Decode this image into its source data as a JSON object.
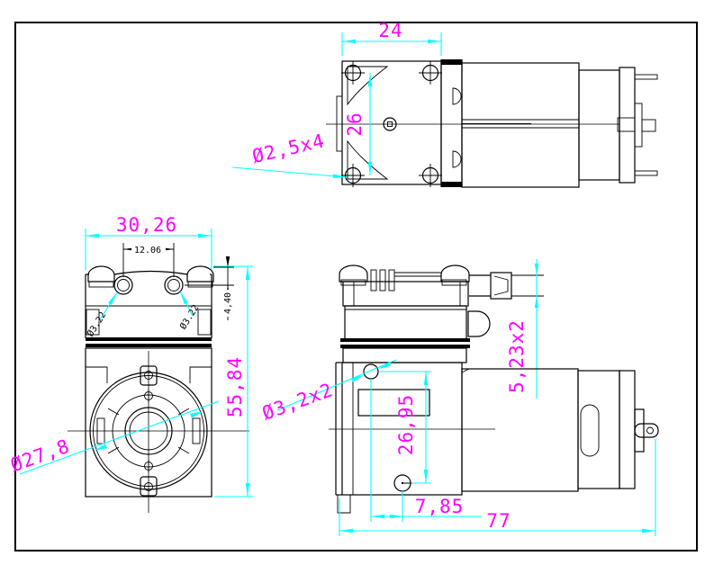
{
  "drawing": {
    "type": "engineering-drawing",
    "subject": "miniature diaphragm pump with DC motor, three orthographic views",
    "colors": {
      "geometry": "#000000",
      "dimension_lines": "#00ffff",
      "dimension_text": "#ff00ff",
      "detail_text": "#000000",
      "background": "#ffffff"
    },
    "views": {
      "top": {
        "label": "top view (pump head and motor from above)",
        "dims": {
          "head_width": "24",
          "screw_spacing": "26",
          "screw_holes": "Ø2,5x4"
        }
      },
      "front": {
        "label": "front view (pump face with ports)",
        "dims": {
          "body_width": "30,26",
          "port_spacing": "12.06",
          "port_offset": "4,40",
          "port_left": "Ø3.22",
          "port_right": "Ø3.22",
          "body_height": "55,84",
          "pump_diameter": "Ø27,8"
        }
      },
      "side": {
        "label": "side view (pump, bracket and motor)",
        "dims": {
          "mount_holes": "Ø3,2x2",
          "barb_diameter": "5,23x2",
          "hole_spacing_vertical": "26,95",
          "hole_offset_horizontal": "7,85",
          "overall_length": "77"
        }
      }
    }
  }
}
